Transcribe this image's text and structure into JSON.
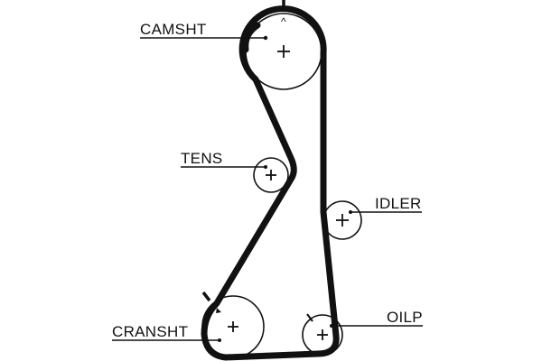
{
  "diagram": {
    "title": "Timing belt routing diagram",
    "colors": {
      "line": "#111111",
      "background": "#ffffff"
    },
    "components": [
      {
        "id": "camshaft",
        "label": "CAMSHT",
        "type": "pulley",
        "timing_mark": "^"
      },
      {
        "id": "tensioner",
        "label": "TENS",
        "type": "pulley"
      },
      {
        "id": "idler",
        "label": "IDLER",
        "type": "pulley"
      },
      {
        "id": "crankshaft",
        "label": "CRANSHT",
        "type": "pulley"
      },
      {
        "id": "oil-pump",
        "label": "OILP",
        "type": "pulley"
      }
    ],
    "belt_routing_order": [
      "camshaft",
      "tensioner",
      "crankshaft",
      "oil-pump",
      "idler",
      "camshaft"
    ]
  }
}
